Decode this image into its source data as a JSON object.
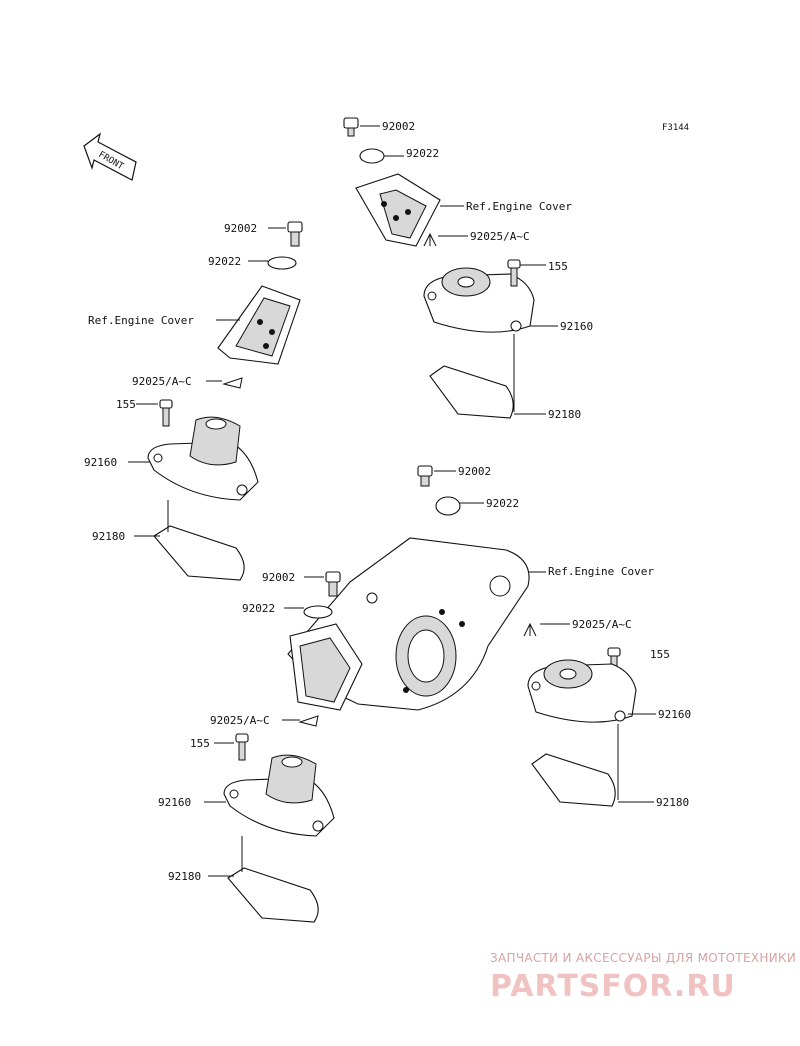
{
  "figure_id": "F3144",
  "front_label": "FRONT",
  "labels": {
    "bolt": "92002",
    "washer": "92022",
    "ref_cover": "Ref.Engine Cover",
    "clip": "92025/A~C",
    "screw": "155",
    "mount": "92160",
    "pad": "92180"
  },
  "watermark": {
    "caption": "ЗАПЧАСТИ И АКСЕССУАРЫ ДЛЯ МОТОТЕХНИКИ",
    "brand": "PARTSFOR.RU"
  }
}
